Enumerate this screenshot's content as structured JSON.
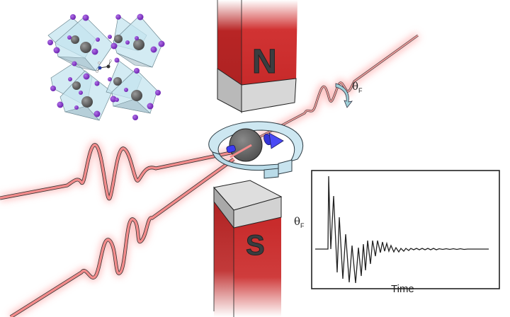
{
  "figure": {
    "description": "Faraday rotation measurement schematic with perovskite crystal, magnet poles, laser pulses and inset signal trace",
    "crystal": {
      "name": "perovskite-lattice",
      "atom_color": "#7b2fbe",
      "metal_color": "#6b6b6b",
      "octahedron_color": "#bfe3ef"
    },
    "magnet_top": {
      "pole_label": "N",
      "body_color": "#cc2b2b",
      "cap_color": "#d3d3d3"
    },
    "magnet_bottom": {
      "pole_label": "S",
      "body_color": "#cc2b2b",
      "cap_color": "#d3d3d3"
    },
    "rotation_label": {
      "symbol": "θ",
      "subscript": "F"
    },
    "beam_color": "#f08080",
    "glow_color": "#ff9a9a",
    "spin_arrow_color": "#3b3bf0",
    "ring_color": "#cfe8f2"
  },
  "chart_data": {
    "type": "line",
    "title": "",
    "xlabel": "Time",
    "ylabel": "θF",
    "grid": false,
    "legend": null,
    "x_ticks": [],
    "y_ticks": [],
    "description": "Flat baseline, then a sharp spike followed by a damped oscillation that decays to the baseline (beating pattern with node near mid-time)",
    "x": [
      0,
      0.07,
      0.08,
      0.1,
      0.12,
      0.14,
      0.16,
      0.18,
      0.2,
      0.22,
      0.24,
      0.26,
      0.28,
      0.3,
      0.32,
      0.34,
      0.36,
      0.38,
      0.4,
      0.45,
      0.5,
      0.6,
      0.7,
      0.8,
      1.0
    ],
    "values": [
      0,
      0,
      0.95,
      -0.05,
      0.7,
      -0.15,
      0.42,
      -0.28,
      0.18,
      -0.35,
      0.05,
      -0.3,
      0.12,
      -0.2,
      0.12,
      -0.08,
      0.13,
      -0.05,
      0.06,
      -0.04,
      0.03,
      -0.02,
      0.015,
      -0.01,
      0.0
    ],
    "ylim": [
      -0.45,
      1.0
    ]
  }
}
